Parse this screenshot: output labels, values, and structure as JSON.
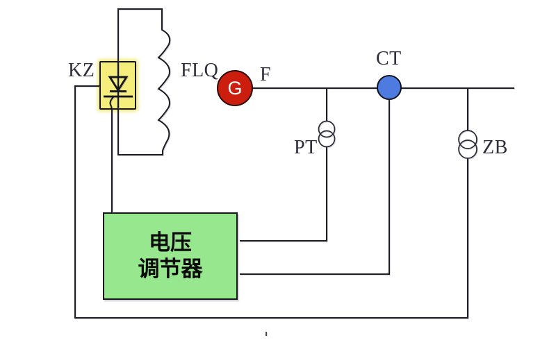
{
  "labels": {
    "kz": "KZ",
    "flq": "FLQ",
    "f": "F",
    "g": "G",
    "ct": "CT",
    "pt": "PT",
    "zb": "ZB"
  },
  "regulator": {
    "line1": "电压",
    "line2": "调节器"
  },
  "colors": {
    "thyristor_box_fill": "#f6ee7c",
    "regulator_box_fill": "#97e78f",
    "generator_fill": "#cc1e0e",
    "generator_letter": "#ffffff",
    "ct_fill": "#4d7be0",
    "wire": "#1d1d27",
    "label_text": "#2e2e3e",
    "background": "#ffffff"
  }
}
